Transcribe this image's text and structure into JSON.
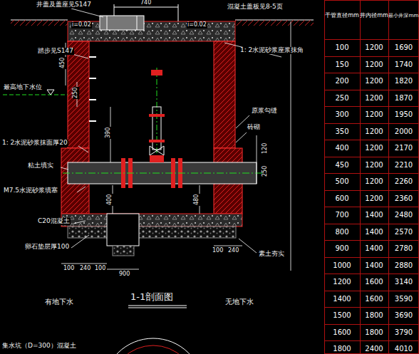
{
  "diagram": {
    "labels": [
      "井盖及盖座见S147",
      "740",
      "混凝土盖板见8-5页",
      "i=0.02",
      "i=0.02",
      "450",
      "踏步见S147",
      "1: 2水泥砂浆座浆抹角",
      "最高地下水位",
      "250",
      "390",
      "1: 2水泥砂浆抹面厚20",
      "原浆勾缝",
      "砖砌",
      "120",
      "粘土填实",
      "250",
      "M7.5水泥砂浆填塞",
      "400",
      "480",
      "C20混凝土",
      "卵石垫层厚100",
      "100",
      "240",
      "100",
      "900",
      "100",
      "240",
      "素土夯实",
      "有地下水",
      "1-1剖面图",
      "无地下水",
      "集水坑（D=300）混凝土",
      "干管直径mm",
      "井内径mm",
      "最小井深mm",
      "100",
      "1200",
      "1690",
      "150",
      "1200",
      "1740",
      "200",
      "1200",
      "1820",
      "250",
      "1200",
      "1870",
      "300",
      "1200",
      "1950",
      "350",
      "1200",
      "2000",
      "400",
      "1200",
      "2170",
      "450",
      "1200",
      "2210",
      "500",
      "1200",
      "2260",
      "600",
      "1200",
      "2360",
      "700",
      "1400",
      "2480",
      "800",
      "1400",
      "2570",
      "900",
      "1400",
      "2780",
      "1000",
      "1400",
      "2880",
      "1200",
      "1600",
      "3140",
      "1400",
      "1600",
      "3590",
      "1500",
      "1800",
      "3690",
      "1600",
      "1800",
      "3790",
      "1800",
      "2400",
      "4010"
    ]
  }
}
